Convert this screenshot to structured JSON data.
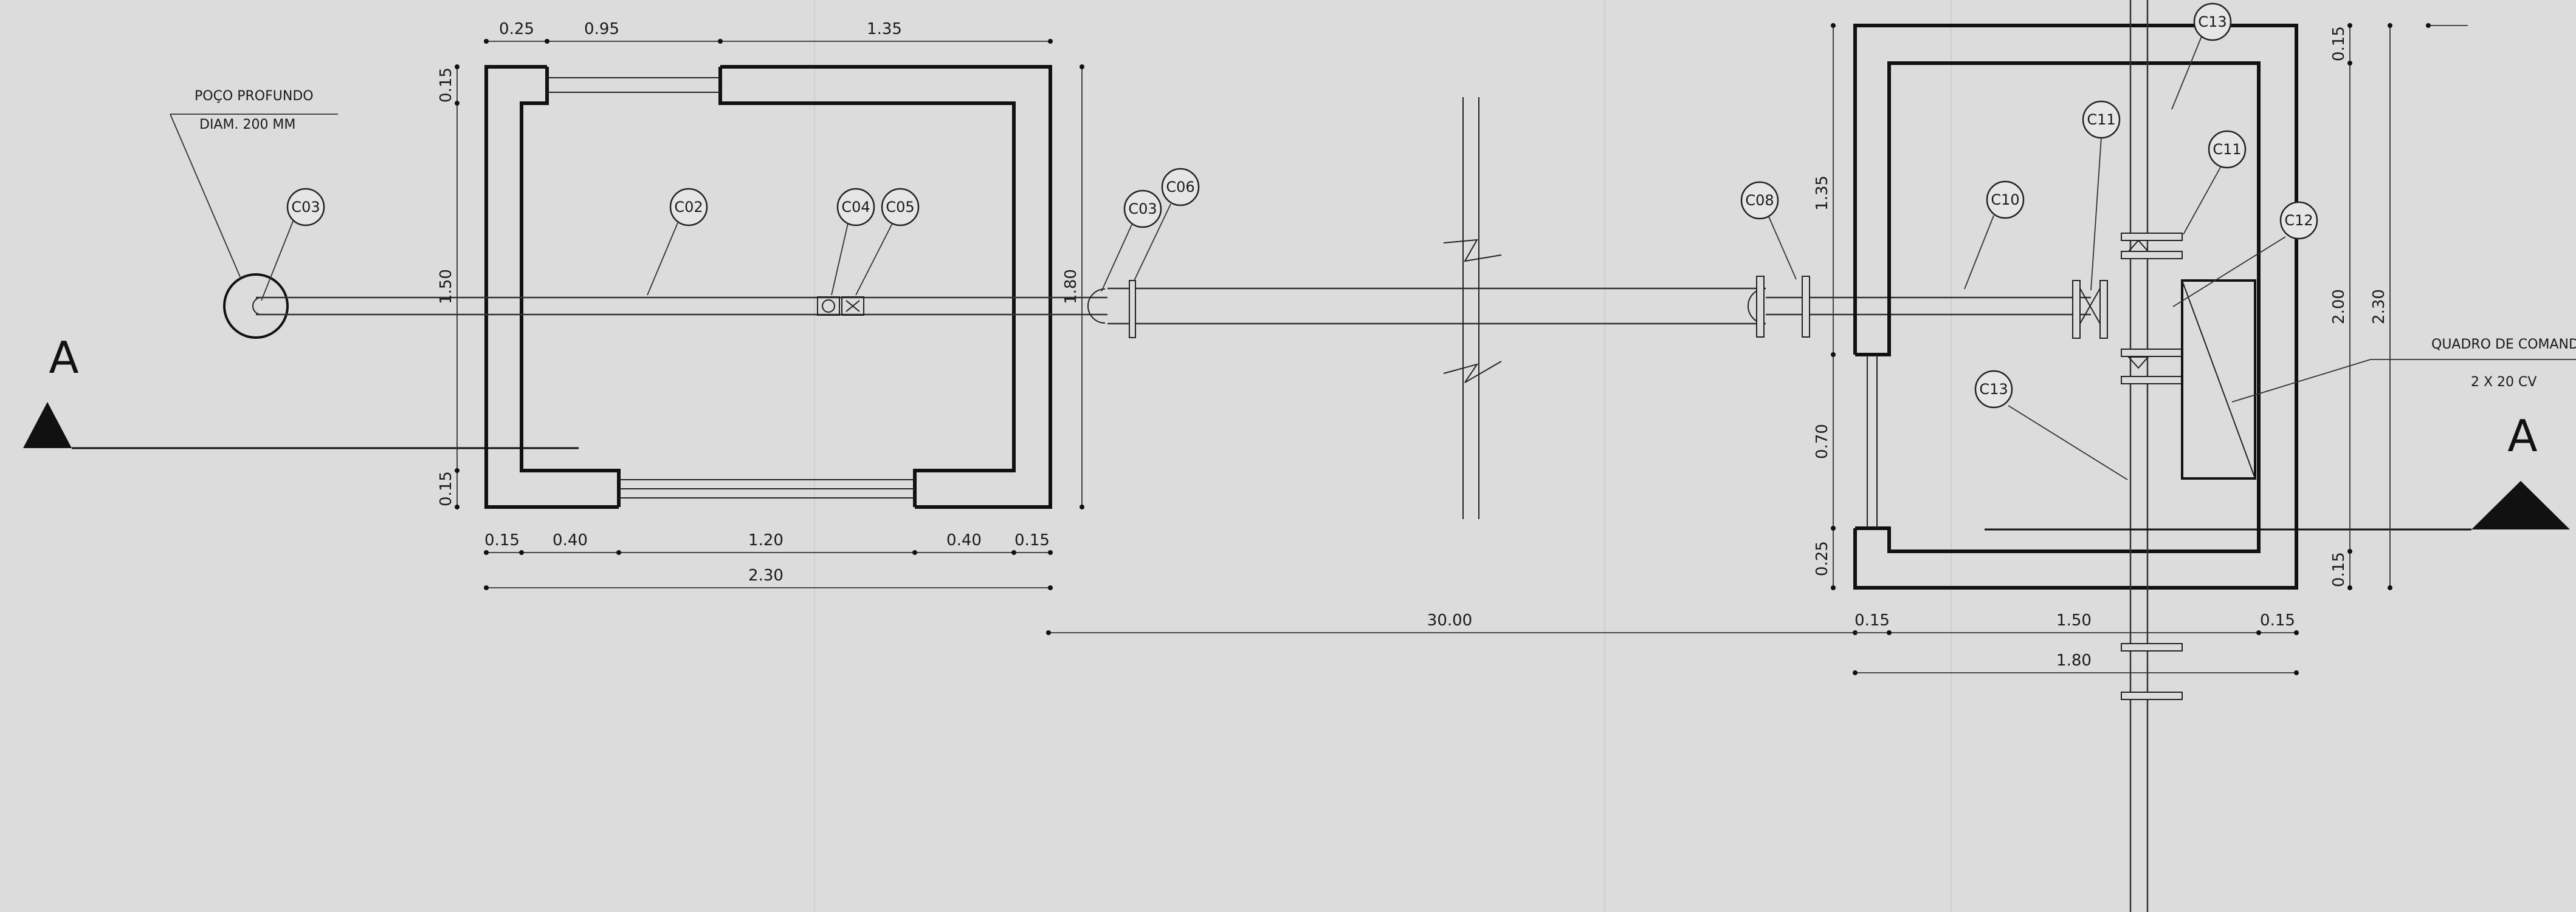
{
  "well": {
    "title": "POÇO PROFUNDO",
    "diameter": "DIAM. 200 MM"
  },
  "section_marker": "A",
  "control_panel": {
    "title": "QUADRO DE COMAND",
    "spec": "2 X 20 CV"
  },
  "tags": {
    "c02": "C02",
    "c03_well": "C03",
    "c03_pipe": "C03",
    "c04": "C04",
    "c05": "C05",
    "c06": "C06",
    "c08": "C08",
    "c10": "C10",
    "c11_a": "C11",
    "c11_b": "C11",
    "c12": "C12",
    "c13_top": "C13",
    "c13_mid": "C13"
  },
  "dims_left": {
    "top_1": "0.25",
    "top_2": "0.95",
    "top_3": "1.35",
    "left_1": "0.15",
    "left_2": "1.50",
    "left_3": "0.15",
    "right_total": "1.80",
    "bottom_1": "0.15",
    "bottom_2": "0.40",
    "bottom_3": "1.20",
    "bottom_4": "0.40",
    "bottom_5": "0.15",
    "bottom_total": "2.30"
  },
  "dims_center": {
    "span": "30.00"
  },
  "dims_right": {
    "left_1": "1.35",
    "left_2": "0.70",
    "left_3": "0.25",
    "right_1": "0.15",
    "right_2": "2.00",
    "right_3": "0.15",
    "right_total": "2.30",
    "bottom_1": "0.15",
    "bottom_2": "1.50",
    "bottom_3": "0.15",
    "bottom_total": "1.80"
  }
}
